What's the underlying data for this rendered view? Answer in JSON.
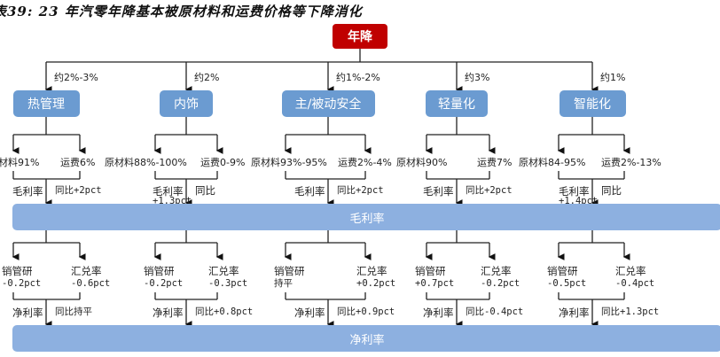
{
  "title": "表39: 23 年汽零年降基本被原材料和运费价格等下降消化",
  "root": "年降",
  "gross_band": "毛利率",
  "net_band": "净利率",
  "categories": [
    {
      "name": "热管理",
      "share": "约2%-3%",
      "material": "材料91%",
      "freight": "运费6%",
      "gm_label": "毛利率",
      "gm_yoy": "同比+2pct",
      "sga_label": "销管研",
      "sga_val": "-0.2pct",
      "fx_label": "汇兑率",
      "fx_val": "-0.6pct",
      "nm_label": "净利率",
      "nm_yoy": "同比持平"
    },
    {
      "name": "内饰",
      "share": "约2%",
      "material": "原材料88%-100%",
      "freight": "运费0-9%",
      "gm_label": "毛利率",
      "gm_yoy": "同比 +1.3pct",
      "sga_label": "销管研",
      "sga_val": "-0.2pct",
      "fx_label": "汇兑率",
      "fx_val": "-0.3pct",
      "nm_label": "净利率",
      "nm_yoy": "同比+0.8pct"
    },
    {
      "name": "主/被动安全",
      "share": "约1%-2%",
      "material": "原材料93%-95%",
      "freight": "运费2%-4%",
      "gm_label": "毛利率",
      "gm_yoy": "同比+2pct",
      "sga_label": "销管研",
      "sga_val": "持平",
      "fx_label": "汇兑率",
      "fx_val": "+0.2pct",
      "nm_label": "净利率",
      "nm_yoy": "同比+0.9pct"
    },
    {
      "name": "轻量化",
      "share": "约3%",
      "material": "原材料90%",
      "freight": "运费7%",
      "gm_label": "毛利率",
      "gm_yoy": "同比+2pct",
      "sga_label": "销管研",
      "sga_val": "+0.7pct",
      "fx_label": "汇兑率",
      "fx_val": "-0.2pct",
      "nm_label": "净利率",
      "nm_yoy": "同比-0.4pct"
    },
    {
      "name": "智能化",
      "share": "约1%",
      "material": "原材料84-95%",
      "freight": "运费2%-13%",
      "gm_label": "毛利率",
      "gm_yoy": "同比 +1.4pct",
      "sga_label": "销管研",
      "sga_val": "-0.5pct",
      "fx_label": "汇兑率",
      "fx_val": "-0.4pct",
      "nm_label": "净利率",
      "nm_yoy": "同比+1.3pct"
    }
  ],
  "colors": {
    "root": "#c00000",
    "category": "#6b9bd1",
    "band": "#8db0e0"
  }
}
